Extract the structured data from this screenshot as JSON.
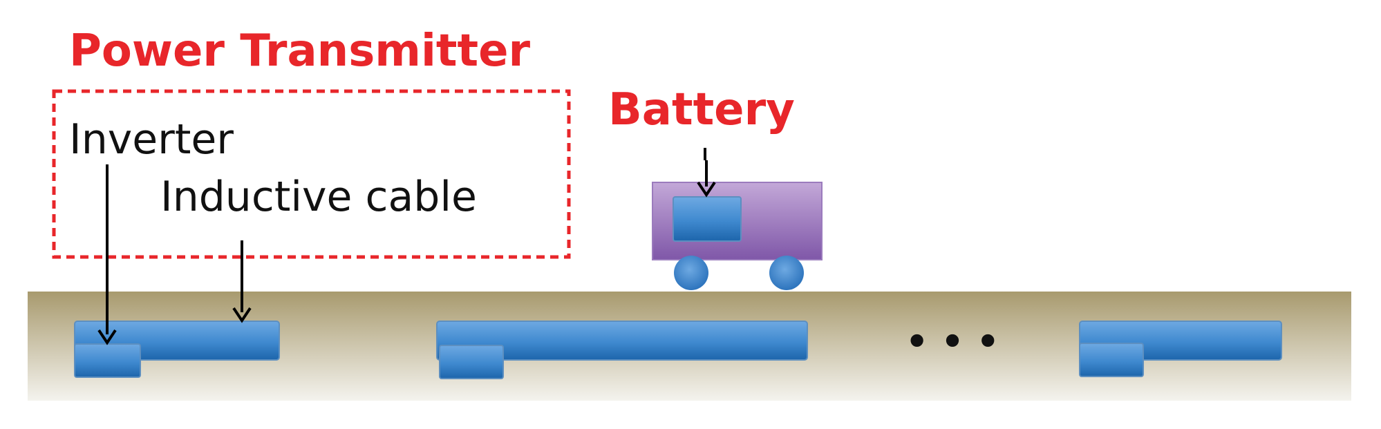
{
  "labels": {
    "power_transmitter": "Power Transmitter",
    "battery": "Battery",
    "inverter": "Inverter",
    "inductive_cable": "Inductive cable",
    "ellipsis": "• • •"
  },
  "colors": {
    "label_red": "#e8262a",
    "label_black": "#111111",
    "dashed_box": "#e8262a",
    "ground_top": "#a89a6e",
    "ground_bottom": "#f4f3ee",
    "cable_blue": "#3f89cf",
    "cable_blue_dark": "#1d65ab",
    "vehicle_purple": "#b391cc",
    "vehicle_purple_dark": "#7f57a8",
    "wheel_blue": "#3d87d0",
    "arrow": "#000000"
  },
  "icons": {
    "vehicle": "railcar-icon",
    "wheel": "wheel-icon",
    "battery": "battery-icon",
    "arrow": "arrow-down-icon"
  }
}
